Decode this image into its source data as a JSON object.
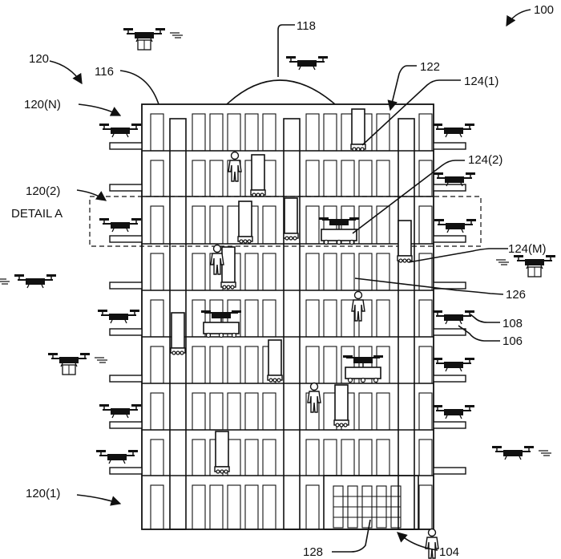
{
  "figure": {
    "labels": {
      "fig_ref": "100",
      "dome": "118",
      "building": "116",
      "zone": "120",
      "level_n": "120(N)",
      "level_2": "120(2)",
      "detail": "DETAIL A",
      "level_1": "120(1)",
      "shaft": "122",
      "vehicle_1": "124(1)",
      "vehicle_2": "124(2)",
      "vehicle_m": "124(M)",
      "person": "126",
      "uav": "108",
      "platform": "106",
      "storage": "128",
      "entrance": "104"
    },
    "icons": {
      "drone": "drone-icon",
      "person": "person-icon",
      "robot": "robot-icon",
      "arrow": "arrow-icon"
    }
  }
}
